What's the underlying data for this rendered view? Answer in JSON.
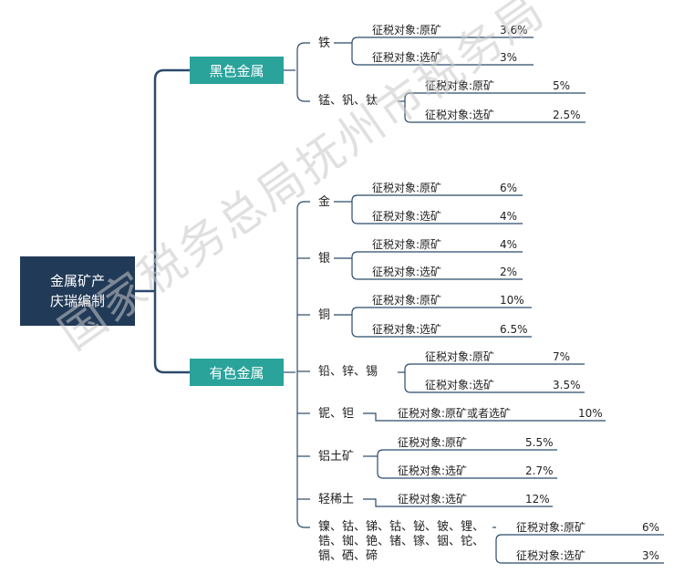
{
  "root": {
    "line1": "金属矿产",
    "line2": "庆瑞编制"
  },
  "branches": [
    {
      "label": "黑色金属",
      "metals": [
        {
          "name": "铁",
          "items": [
            {
              "label": "征税对象:原矿",
              "rate": "3.6%"
            },
            {
              "label": "征税对象:选矿",
              "rate": "3%"
            }
          ]
        },
        {
          "name": "锰、钒、钛",
          "items": [
            {
              "label": "征税对象:原矿",
              "rate": "5%"
            },
            {
              "label": "征税对象:选矿",
              "rate": "2.5%"
            }
          ]
        }
      ]
    },
    {
      "label": "有色金属",
      "metals": [
        {
          "name": "金",
          "items": [
            {
              "label": "征税对象:原矿",
              "rate": "6%"
            },
            {
              "label": "征税对象:选矿",
              "rate": "4%"
            }
          ]
        },
        {
          "name": "银",
          "items": [
            {
              "label": "征税对象:原矿",
              "rate": "4%"
            },
            {
              "label": "征税对象:选矿",
              "rate": "2%"
            }
          ]
        },
        {
          "name": "铜",
          "items": [
            {
              "label": "征税对象:原矿",
              "rate": "10%"
            },
            {
              "label": "征税对象:选矿",
              "rate": "6.5%"
            }
          ]
        },
        {
          "name": "铅、锌、锡",
          "items": [
            {
              "label": "征税对象:原矿",
              "rate": "7%"
            },
            {
              "label": "征税对象:选矿",
              "rate": "3.5%"
            }
          ]
        },
        {
          "name": "铌、钽",
          "items": [
            {
              "label": "征税对象:原矿或者选矿",
              "rate": "10%"
            }
          ]
        },
        {
          "name": "铝土矿",
          "items": [
            {
              "label": "征税对象:原矿",
              "rate": "5.5%"
            },
            {
              "label": "征税对象:选矿",
              "rate": "2.7%"
            }
          ]
        },
        {
          "name": "轻稀土",
          "items": [
            {
              "label": "征税对象:选矿",
              "rate": "12%"
            }
          ]
        },
        {
          "name": "镍、钴、锑、钴、铋、铍、锂、锆、铷、铯、锗、镓、铟、铊、镉、硒、碲",
          "items": [
            {
              "label": "征税对象:原矿",
              "rate": "6%"
            },
            {
              "label": "征税对象:选矿",
              "rate": "3%"
            }
          ]
        }
      ]
    }
  ],
  "watermark": "国家税务总局抚州市税务局",
  "colors": {
    "root": "#213a57",
    "branch": "#2aa39b",
    "line": "#2b4a6b"
  }
}
